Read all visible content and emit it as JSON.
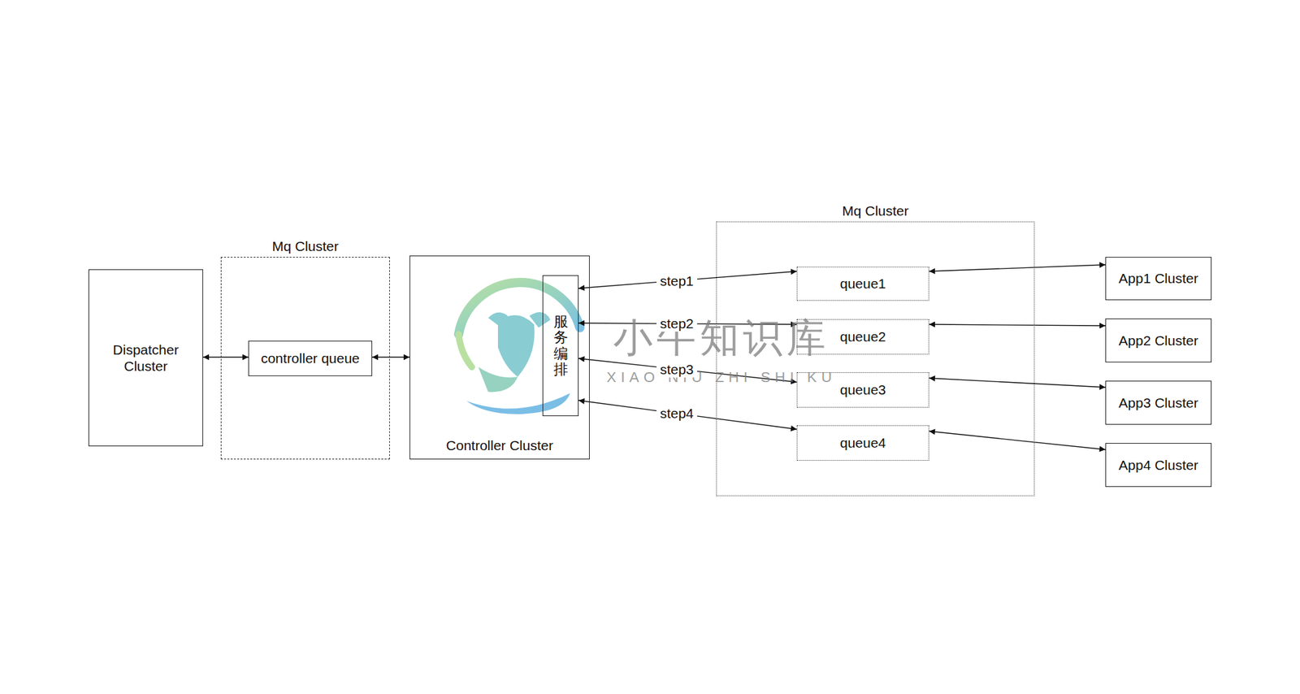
{
  "diagram": {
    "nodes": [
      {
        "text": [
          "Dispatcher Cluster"
        ]
      },
      {
        "text": [
          "Mq Cluster"
        ]
      },
      {
        "text": [
          "controller queue"
        ],
        "in": 1
      },
      {
        "text": [
          "Controller Cluster"
        ]
      },
      {
        "text": [
          "服务编排"
        ],
        "in": 3
      },
      {
        "text": [
          "Mq Cluster"
        ]
      },
      {
        "text": [
          "queue1"
        ],
        "in": 5
      },
      {
        "text": [
          "queue2"
        ],
        "in": 5
      },
      {
        "text": [
          "queue3"
        ],
        "in": 5
      },
      {
        "text": [
          "queue4"
        ],
        "in": 5
      },
      {
        "text": [
          "App1 Cluster"
        ]
      },
      {
        "text": [
          "App2 Cluster"
        ]
      },
      {
        "text": [
          "App3 Cluster"
        ]
      },
      {
        "text": [
          "App4 Cluster"
        ]
      }
    ],
    "edges": [
      {
        "from": 0,
        "to": 2,
        "arrow": "both"
      },
      {
        "from": 2,
        "to": 3,
        "arrow": "both"
      },
      {
        "from": 4,
        "to": 6,
        "label": "step1",
        "arrow": "both"
      },
      {
        "from": 4,
        "to": 7,
        "label": "step2",
        "arrow": "both"
      },
      {
        "from": 4,
        "to": 8,
        "label": "step3",
        "arrow": "both"
      },
      {
        "from": 4,
        "to": 9,
        "label": "step4",
        "arrow": "both"
      },
      {
        "from": 6,
        "to": 10,
        "arrow": "both"
      },
      {
        "from": 7,
        "to": 11,
        "arrow": "both"
      },
      {
        "from": 8,
        "to": 12,
        "arrow": "both"
      },
      {
        "from": 9,
        "to": 13,
        "arrow": "both"
      }
    ],
    "labels": [
      "小牛知识库",
      "XIAO NIU ZHI SHI KU"
    ]
  }
}
